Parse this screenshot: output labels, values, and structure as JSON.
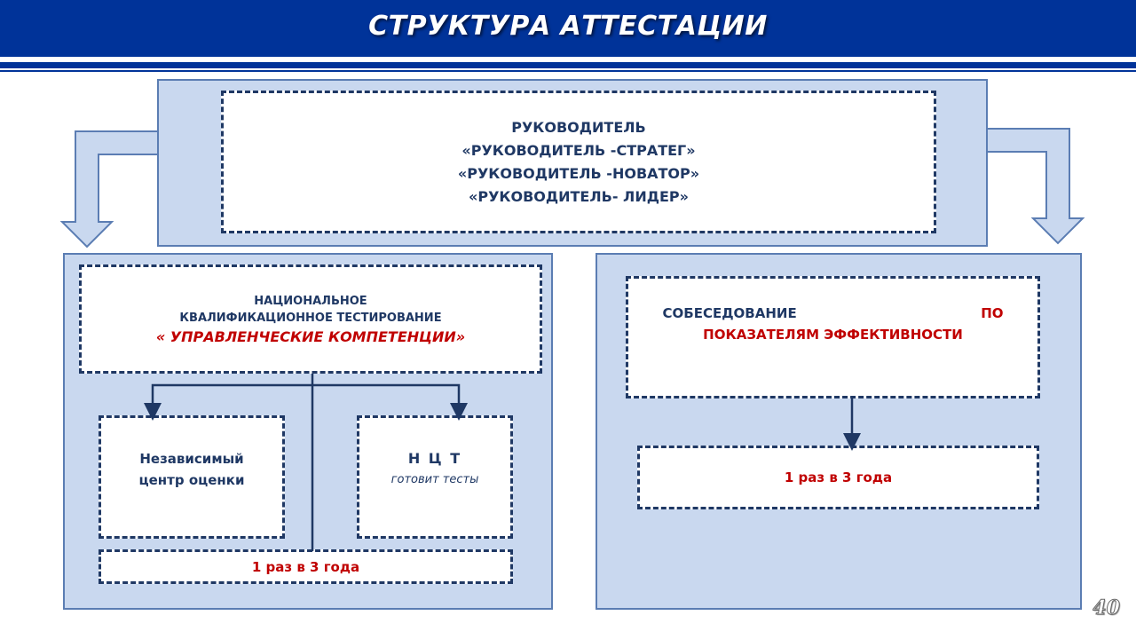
{
  "title": "СТРУКТУРА АТТЕСТАЦИИ",
  "top": {
    "lines": [
      "РУКОВОДИТЕЛЬ",
      "«РУКОВОДИТЕЛЬ -СТРАТЕГ»",
      "«РУКОВОДИТЕЛЬ -НОВАТОР»",
      "«РУКОВОДИТЕЛЬ- ЛИДЕР»"
    ]
  },
  "left": {
    "ntt_line1": "НАЦИОНАЛЬНОЕ",
    "ntt_line2": "КВАЛИФИКАЦИОННОЕ ТЕСТИРОВАНИЕ",
    "ntt_line3": "« УПРАВЛЕНЧЕСКИЕ  КОМПЕТЕНЦИИ»",
    "center_line1": "Независимый",
    "center_line2": "центр оценки",
    "nct_title": "Н Ц Т",
    "nct_sub": "готовит тесты",
    "frequency": "1 раз в 3 года"
  },
  "right": {
    "interview_word": "СОБЕСЕДОВАНИЕ",
    "interview_po": "ПО",
    "interview_rest": "ПОКАЗАТЕЛЯМ ЭФФЕКТИВНОСТИ",
    "frequency": "1 раз в 3 года"
  },
  "page_number": "40",
  "colors": {
    "header": "#003399",
    "panel": "#c9d8ef",
    "border": "#1f3864",
    "accent_red": "#c00000"
  }
}
